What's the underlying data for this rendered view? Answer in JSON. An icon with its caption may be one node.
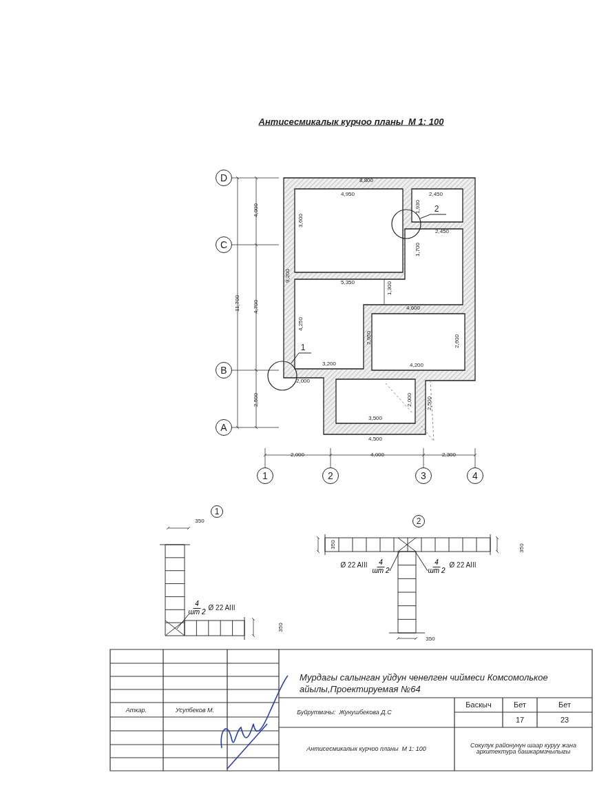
{
  "diagram": {
    "title": "Антисесмикалык курчоо планы  М 1: 100",
    "nodes": [
      {
        "text": [
          "1"
        ]
      },
      {
        "text": [],
        "shape": "circle"
      },
      {
        "text": [
          "2"
        ]
      },
      {
        "text": [],
        "shape": "circle"
      },
      {
        "text": [
          "4",
          "шт 2"
        ],
        "beside": [
          "Ø 22 AIII"
        ]
      },
      {
        "text": [
          "4",
          "шт 2"
        ],
        "beside": [
          "Ø 22 AIII"
        ]
      },
      {
        "text": [
          "4",
          "шт 2"
        ],
        "beside": [
          "Ø 22 AIII"
        ]
      }
    ],
    "edges": [
      {
        "from": 0,
        "to": 1,
        "arrow": "none"
      },
      {
        "from": 2,
        "to": 3,
        "arrow": "none"
      },
      {
        "from": 4,
        "to": null,
        "arrow": "none"
      },
      {
        "from": 5,
        "to": null,
        "arrow": "none"
      },
      {
        "from": 6,
        "to": null,
        "arrow": "none"
      }
    ],
    "labels": [
      "D",
      "8,800",
      "4,950",
      "2,450",
      "4,000",
      "3,600",
      "1,930",
      "2,450",
      "C",
      "1,700",
      "9,200",
      "5,350",
      "1,300",
      "11,700",
      "4,700",
      "4,600",
      "4,250",
      "2,950",
      "2,600",
      "B",
      "3,200",
      "4,200",
      "2,000",
      "2,500",
      "2,000",
      "2,500",
      "3,500",
      "A",
      "4,500",
      "2,000",
      "4,000",
      "2,300",
      "1",
      "2",
      "3",
      "4",
      "1",
      "350",
      "2",
      "350",
      "350",
      "350",
      "350",
      "Мурдагы салынган уйдун ченелген чиймеси Комсомолькое айылы,Проектируемая №64",
      "Аткар.",
      "Усупбеков М.",
      "Буйрутмачы:  Жунушбекова Д.С",
      "Баскыч",
      "Бет",
      "Бет",
      "17",
      "23",
      "Антисесмикалык курчоо планы  М 1: 100",
      "Сокулук районунун шаар куруу жана архитектура башкармачылыгы"
    ]
  }
}
